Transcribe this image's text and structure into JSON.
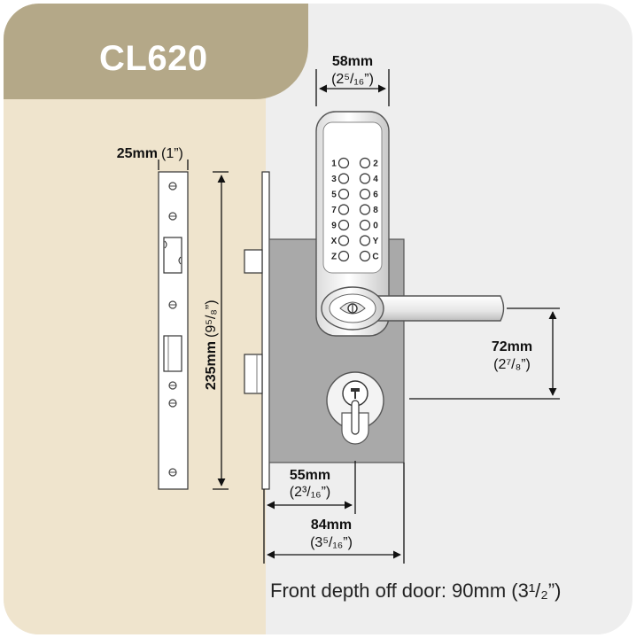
{
  "title": "CL620",
  "dimensions": {
    "faceplate_width": {
      "metric": "25mm",
      "imperial": "(1”)"
    },
    "height": {
      "metric": "235mm",
      "imperial": "(9⁵/₈”)"
    },
    "lock_width": {
      "metric": "58mm",
      "imperial": "(2⁵/₁₆”)"
    },
    "handle_drop": {
      "metric": "72mm",
      "imperial": "(2⁷/₈”)"
    },
    "backset": {
      "metric": "55mm",
      "imperial": "(2³/₁₆”)"
    },
    "body_width": {
      "metric": "84mm",
      "imperial": "(3⁵/₁₆”)"
    }
  },
  "keypad": {
    "buttons": [
      [
        "1",
        "2"
      ],
      [
        "3",
        "4"
      ],
      [
        "5",
        "6"
      ],
      [
        "7",
        "8"
      ],
      [
        "9",
        "0"
      ],
      [
        "X",
        "Y"
      ],
      [
        "Z",
        "C"
      ]
    ]
  },
  "footnote": "Front depth off door: 90mm (3¹/₂”)"
}
